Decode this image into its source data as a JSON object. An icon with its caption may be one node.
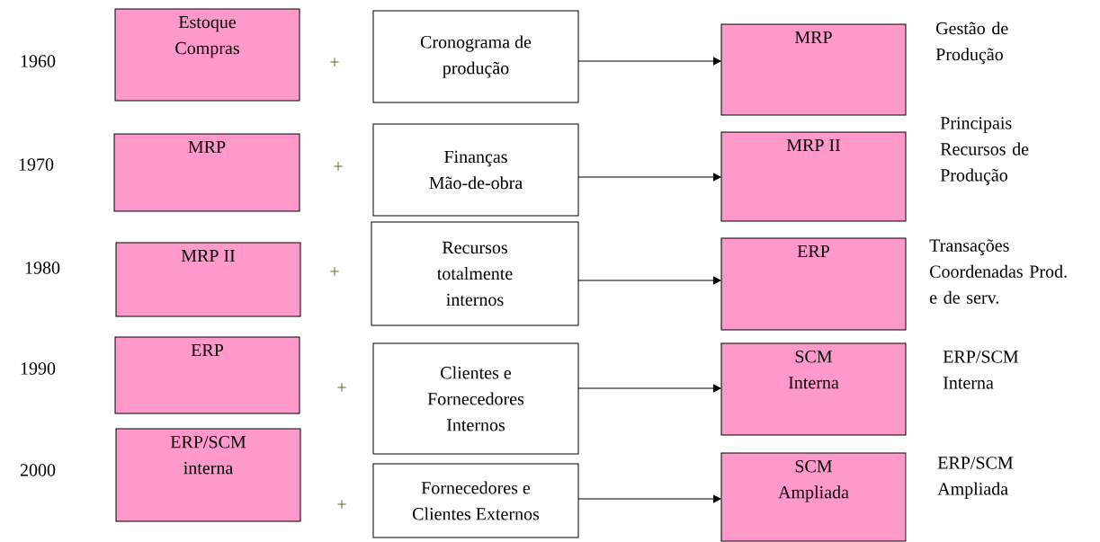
{
  "diagram": {
    "nodes": [
      {
        "text": [
          "Estoque Compras"
        ]
      },
      {
        "text": [
          "Cronograma de produção"
        ]
      },
      {
        "text": [
          "MRP"
        ],
        "beside": [
          "Gestão de Produção"
        ]
      },
      {
        "text": [
          "MRP"
        ]
      },
      {
        "text": [
          "Finanças Mão-de-obra"
        ]
      },
      {
        "text": [
          "MRP II"
        ],
        "beside": [
          "Principais Recursos de Produção"
        ]
      },
      {
        "text": [
          "MRP II"
        ]
      },
      {
        "text": [
          "Recursos totalmente internos"
        ]
      },
      {
        "text": [
          "ERP"
        ],
        "beside": [
          "Transações Coordenadas Prod. e de serv."
        ]
      },
      {
        "text": [
          "ERP"
        ]
      },
      {
        "text": [
          "Clientes e Fornecedores Internos"
        ]
      },
      {
        "text": [
          "SCM Interna"
        ],
        "beside": [
          "ERP/SCM Interna"
        ]
      },
      {
        "text": [
          "ERP/SCM interna"
        ]
      },
      {
        "text": [
          "Fornecedores e Clientes Externos"
        ]
      },
      {
        "text": [
          "SCM Ampliada"
        ],
        "beside": [
          "ERP/SCM Ampliada"
        ]
      }
    ],
    "edges": [
      {
        "from": 1,
        "to": 2,
        "arrow": "to"
      },
      {
        "from": 4,
        "to": 5,
        "arrow": "to"
      },
      {
        "from": 7,
        "to": 8,
        "arrow": "to"
      },
      {
        "from": 10,
        "to": 11,
        "arrow": "to"
      },
      {
        "from": 13,
        "to": 14,
        "arrow": "to"
      }
    ],
    "labels": [
      "1960",
      "+",
      "1970",
      "+",
      "1980",
      "+",
      "1990",
      "+",
      "2000",
      "+"
    ]
  }
}
